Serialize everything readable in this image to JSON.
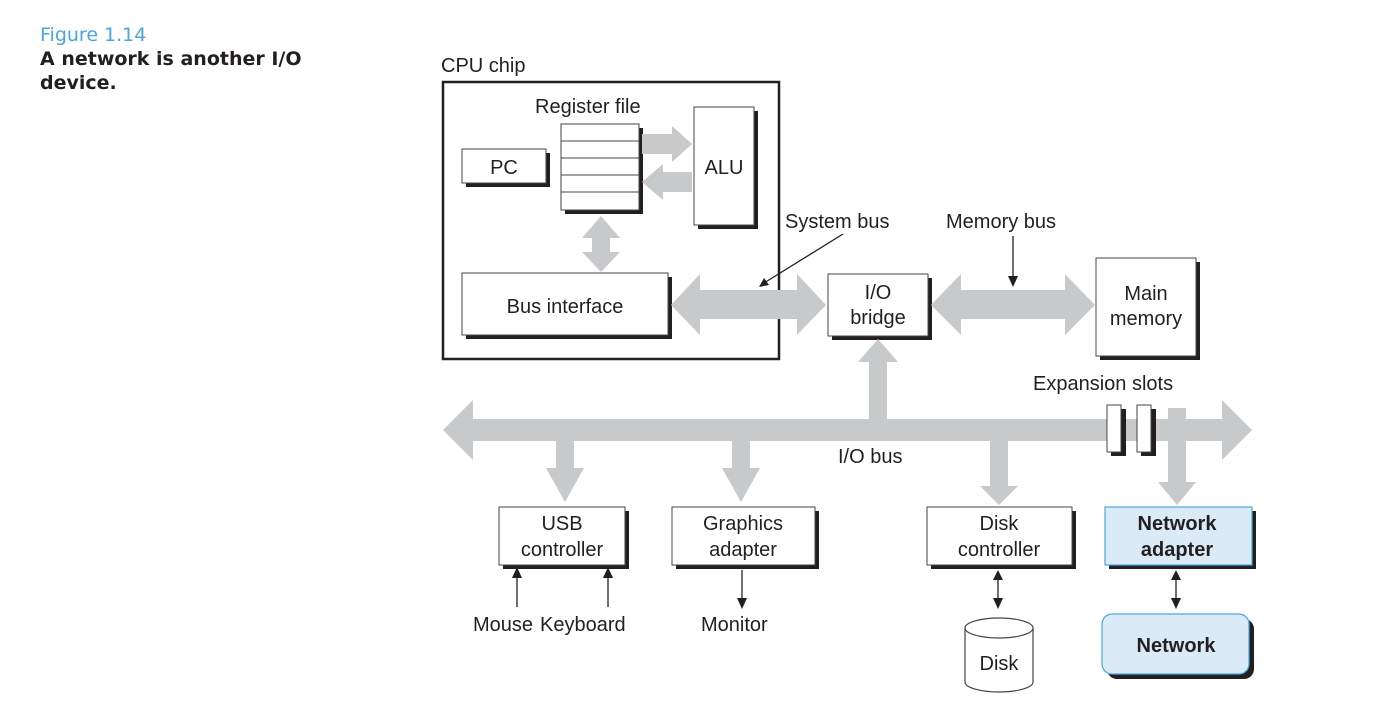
{
  "figure": {
    "number": "Figure 1.14",
    "title_line1": "A network is another I/O",
    "title_line2": "device."
  },
  "colors": {
    "figure_number": "#4aa6dc",
    "bus": "#c8c9cb",
    "highlight_fill": "#daeaf7",
    "highlight_stroke": "#4aa6dc"
  },
  "diagram": {
    "cpu_chip_label": "CPU chip",
    "register_file_label": "Register file",
    "pc_label": "PC",
    "alu_label": "ALU",
    "bus_interface_label": "Bus interface",
    "system_bus_label": "System bus",
    "memory_bus_label": "Memory bus",
    "io_bridge_line1": "I/O",
    "io_bridge_line2": "bridge",
    "main_memory_line1": "Main",
    "main_memory_line2": "memory",
    "expansion_slots_label": "Expansion slots",
    "io_bus_label": "I/O bus",
    "usb_line1": "USB",
    "usb_line2": "controller",
    "graphics_line1": "Graphics",
    "graphics_line2": "adapter",
    "disk_ctrl_line1": "Disk",
    "disk_ctrl_line2": "controller",
    "network_adapter_line1": "Network",
    "network_adapter_line2": "adapter",
    "mouse_label": "Mouse",
    "keyboard_label": "Keyboard",
    "monitor_label": "Monitor",
    "disk_label": "Disk",
    "network_label": "Network"
  }
}
